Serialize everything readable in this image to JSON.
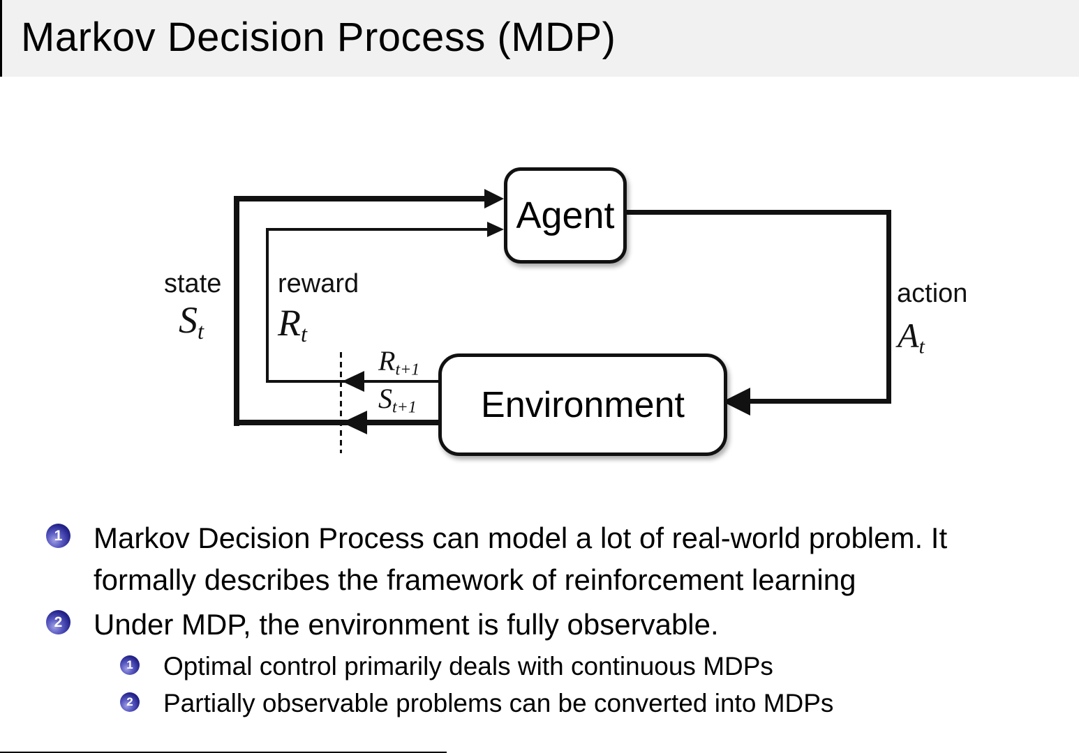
{
  "title": "Markov Decision Process (MDP)",
  "diagram": {
    "agent": "Agent",
    "environment": "Environment",
    "state_label": "state",
    "state_sym": "S",
    "state_sub": "t",
    "reward_label": "reward",
    "reward_sym": "R",
    "reward_sub": "t",
    "action_label": "action",
    "action_sym": "A",
    "action_sub": "t",
    "next_reward_sym": "R",
    "next_reward_sub": "t+1",
    "next_state_sym": "S",
    "next_state_sub": "t+1"
  },
  "bullets": [
    {
      "num": "1",
      "text": "Markov Decision Process can model a lot of real-world problem.  It\nformally describes the framework of reinforcement learning"
    },
    {
      "num": "2",
      "text": "Under MDP, the environment is fully observable.",
      "children": [
        {
          "num": "1",
          "text": "Optimal control primarily deals with continuous MDPs"
        },
        {
          "num": "2",
          "text": "Partially observable problems can be converted into MDPs"
        }
      ]
    }
  ],
  "colors": {
    "title_bg": "#f1f1f1",
    "ball_blue": "#24248c",
    "line_black": "#111111"
  }
}
